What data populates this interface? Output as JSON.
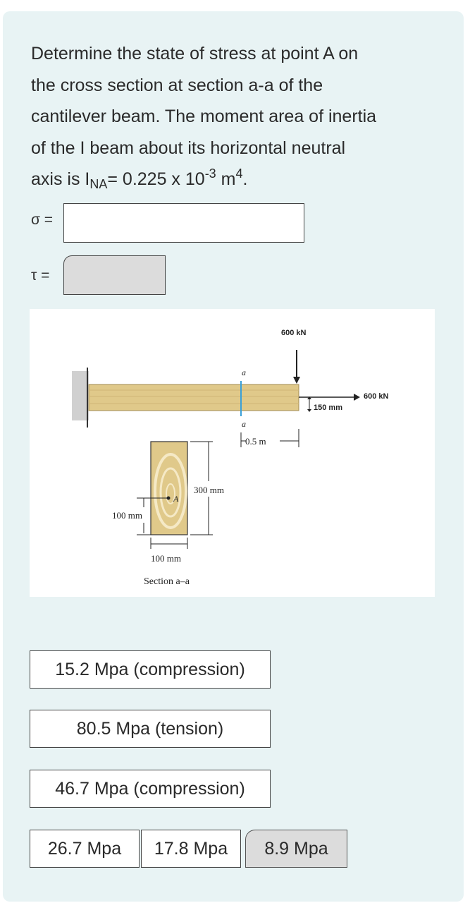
{
  "question": {
    "line1": "Determine the state of stress at point A on",
    "line2": "the cross section at section a-a of the",
    "line3": "cantilever beam. The moment area of inertia",
    "line4": "of the I beam about its horizontal neutral",
    "line5_prefix": "axis is I",
    "line5_sub": "NA",
    "line5_mid": "= 0.225 x 10",
    "line5_sup1": "-3",
    "line5_unit": " m",
    "line5_sup2": "4",
    "line5_end": "."
  },
  "answers": {
    "sigma_label": "σ =",
    "tau_label": "τ ="
  },
  "figure": {
    "load_top": "600 kN",
    "load_right": "600 kN",
    "offset": "150 mm",
    "section_top": "a",
    "section_bottom": "a",
    "distance": "0.5 m",
    "dim_height": "300 mm",
    "dim_a": "100 mm",
    "dim_width": "100 mm",
    "point": "A",
    "section_caption": "Section a–a"
  },
  "options": [
    {
      "label": "15.2 Mpa (compression)"
    },
    {
      "label": "80.5 Mpa (tension)"
    },
    {
      "label": "46.7 Mpa (compression)"
    },
    {
      "label": "26.7 Mpa"
    },
    {
      "label": "17.8 Mpa"
    },
    {
      "label": "8.9 Mpa"
    }
  ],
  "colors": {
    "card_bg": "#e8f3f4",
    "wood": "#e0c98a",
    "section_line": "#3aa0d8"
  }
}
